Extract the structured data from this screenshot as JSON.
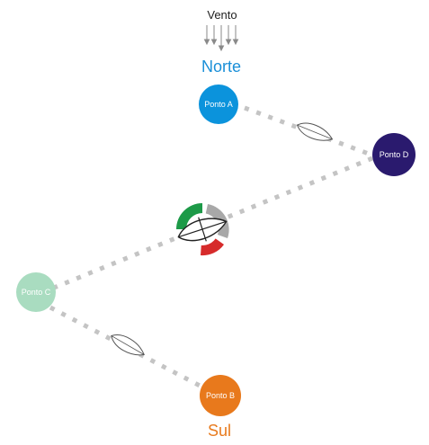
{
  "wind": {
    "label": "Vento"
  },
  "compass": {
    "north": "Norte",
    "south": "Sul"
  },
  "points": {
    "a": {
      "label": "Ponto A",
      "color": "#0b93dc"
    },
    "b": {
      "label": "Ponto B",
      "color": "#e8791c"
    },
    "c": {
      "label": "Ponto C",
      "color": "#a9dcc0"
    },
    "d": {
      "label": "Ponto D",
      "color": "#2a1a6e"
    }
  },
  "colors": {
    "path_dots": "#c4c4c4",
    "boat_outline": "#555555",
    "wind_arrows": "#8a8a8a",
    "indicator_green": "#1d9a48",
    "indicator_red": "#d62b2b",
    "indicator_gray": "#a8a8a8"
  }
}
